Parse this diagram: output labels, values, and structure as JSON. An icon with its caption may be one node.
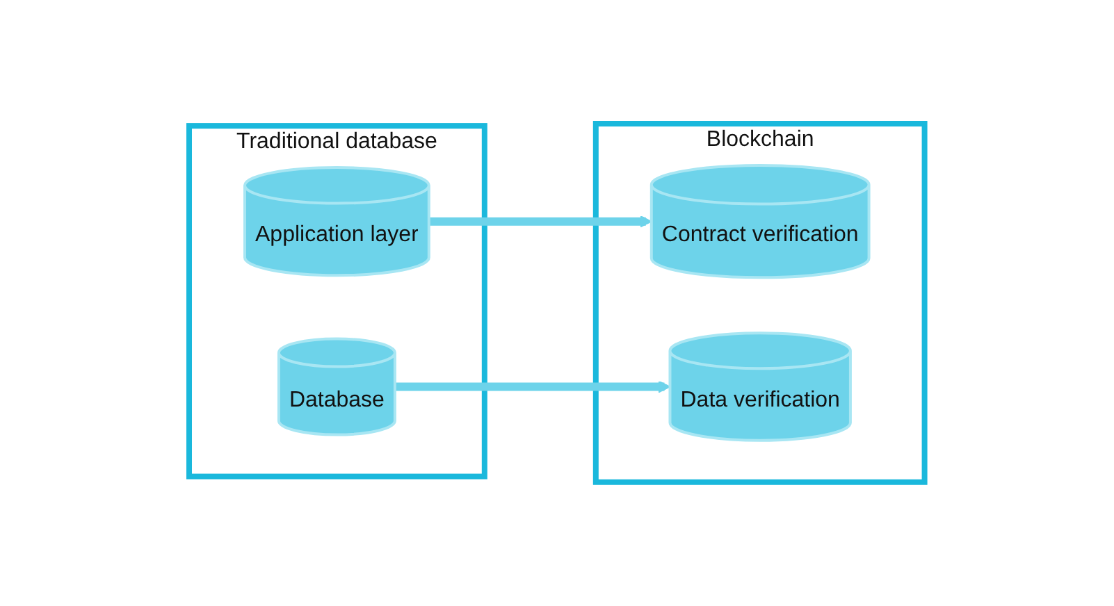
{
  "diagram": {
    "nodes": [
      {
        "text": [
          "Traditional database"
        ]
      },
      {
        "text": [
          "Application layer"
        ],
        "in": 0
      },
      {
        "text": [
          "Database"
        ],
        "in": 0
      },
      {
        "text": [
          "Blockchain"
        ]
      },
      {
        "text": [
          "Contract verification"
        ],
        "in": 3
      },
      {
        "text": [
          "Data verification"
        ],
        "in": 3
      }
    ],
    "edges": [
      {
        "from": 1,
        "to": 4,
        "arrow": "to"
      },
      {
        "from": 2,
        "to": 5,
        "arrow": "to"
      }
    ]
  }
}
